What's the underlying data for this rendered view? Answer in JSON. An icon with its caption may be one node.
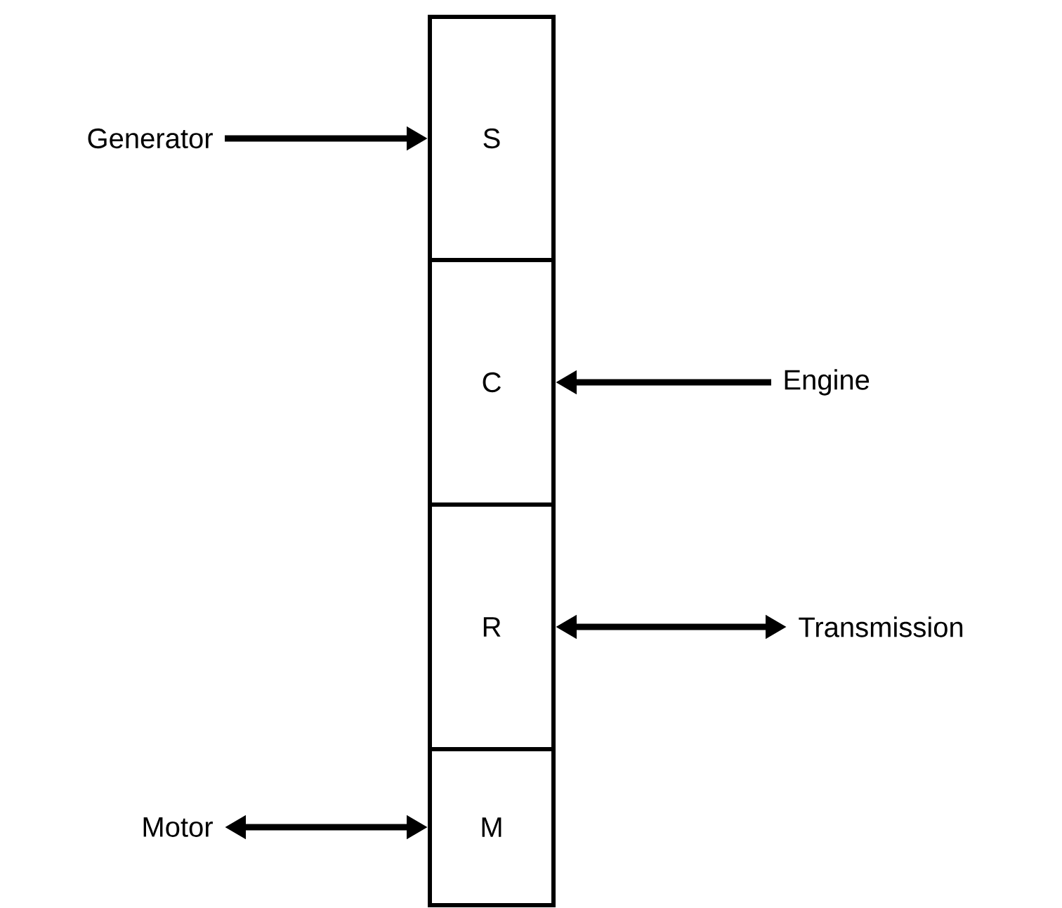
{
  "diagram": {
    "nodes": [
      {
        "text": [
          "S"
        ]
      },
      {
        "text": [
          "C"
        ]
      },
      {
        "text": [
          "R"
        ]
      },
      {
        "text": [
          "M"
        ]
      },
      {
        "text": [
          "Generator"
        ]
      },
      {
        "text": [
          "Engine"
        ]
      },
      {
        "text": [
          "Transmission"
        ]
      },
      {
        "text": [
          "Motor"
        ]
      }
    ],
    "edges": [
      {
        "from": 4,
        "to": 0,
        "arrow": "to"
      },
      {
        "from": 5,
        "to": 1,
        "arrow": "to"
      },
      {
        "from": 2,
        "to": 6,
        "arrow": "both"
      },
      {
        "from": 7,
        "to": 3,
        "arrow": "both"
      }
    ]
  }
}
